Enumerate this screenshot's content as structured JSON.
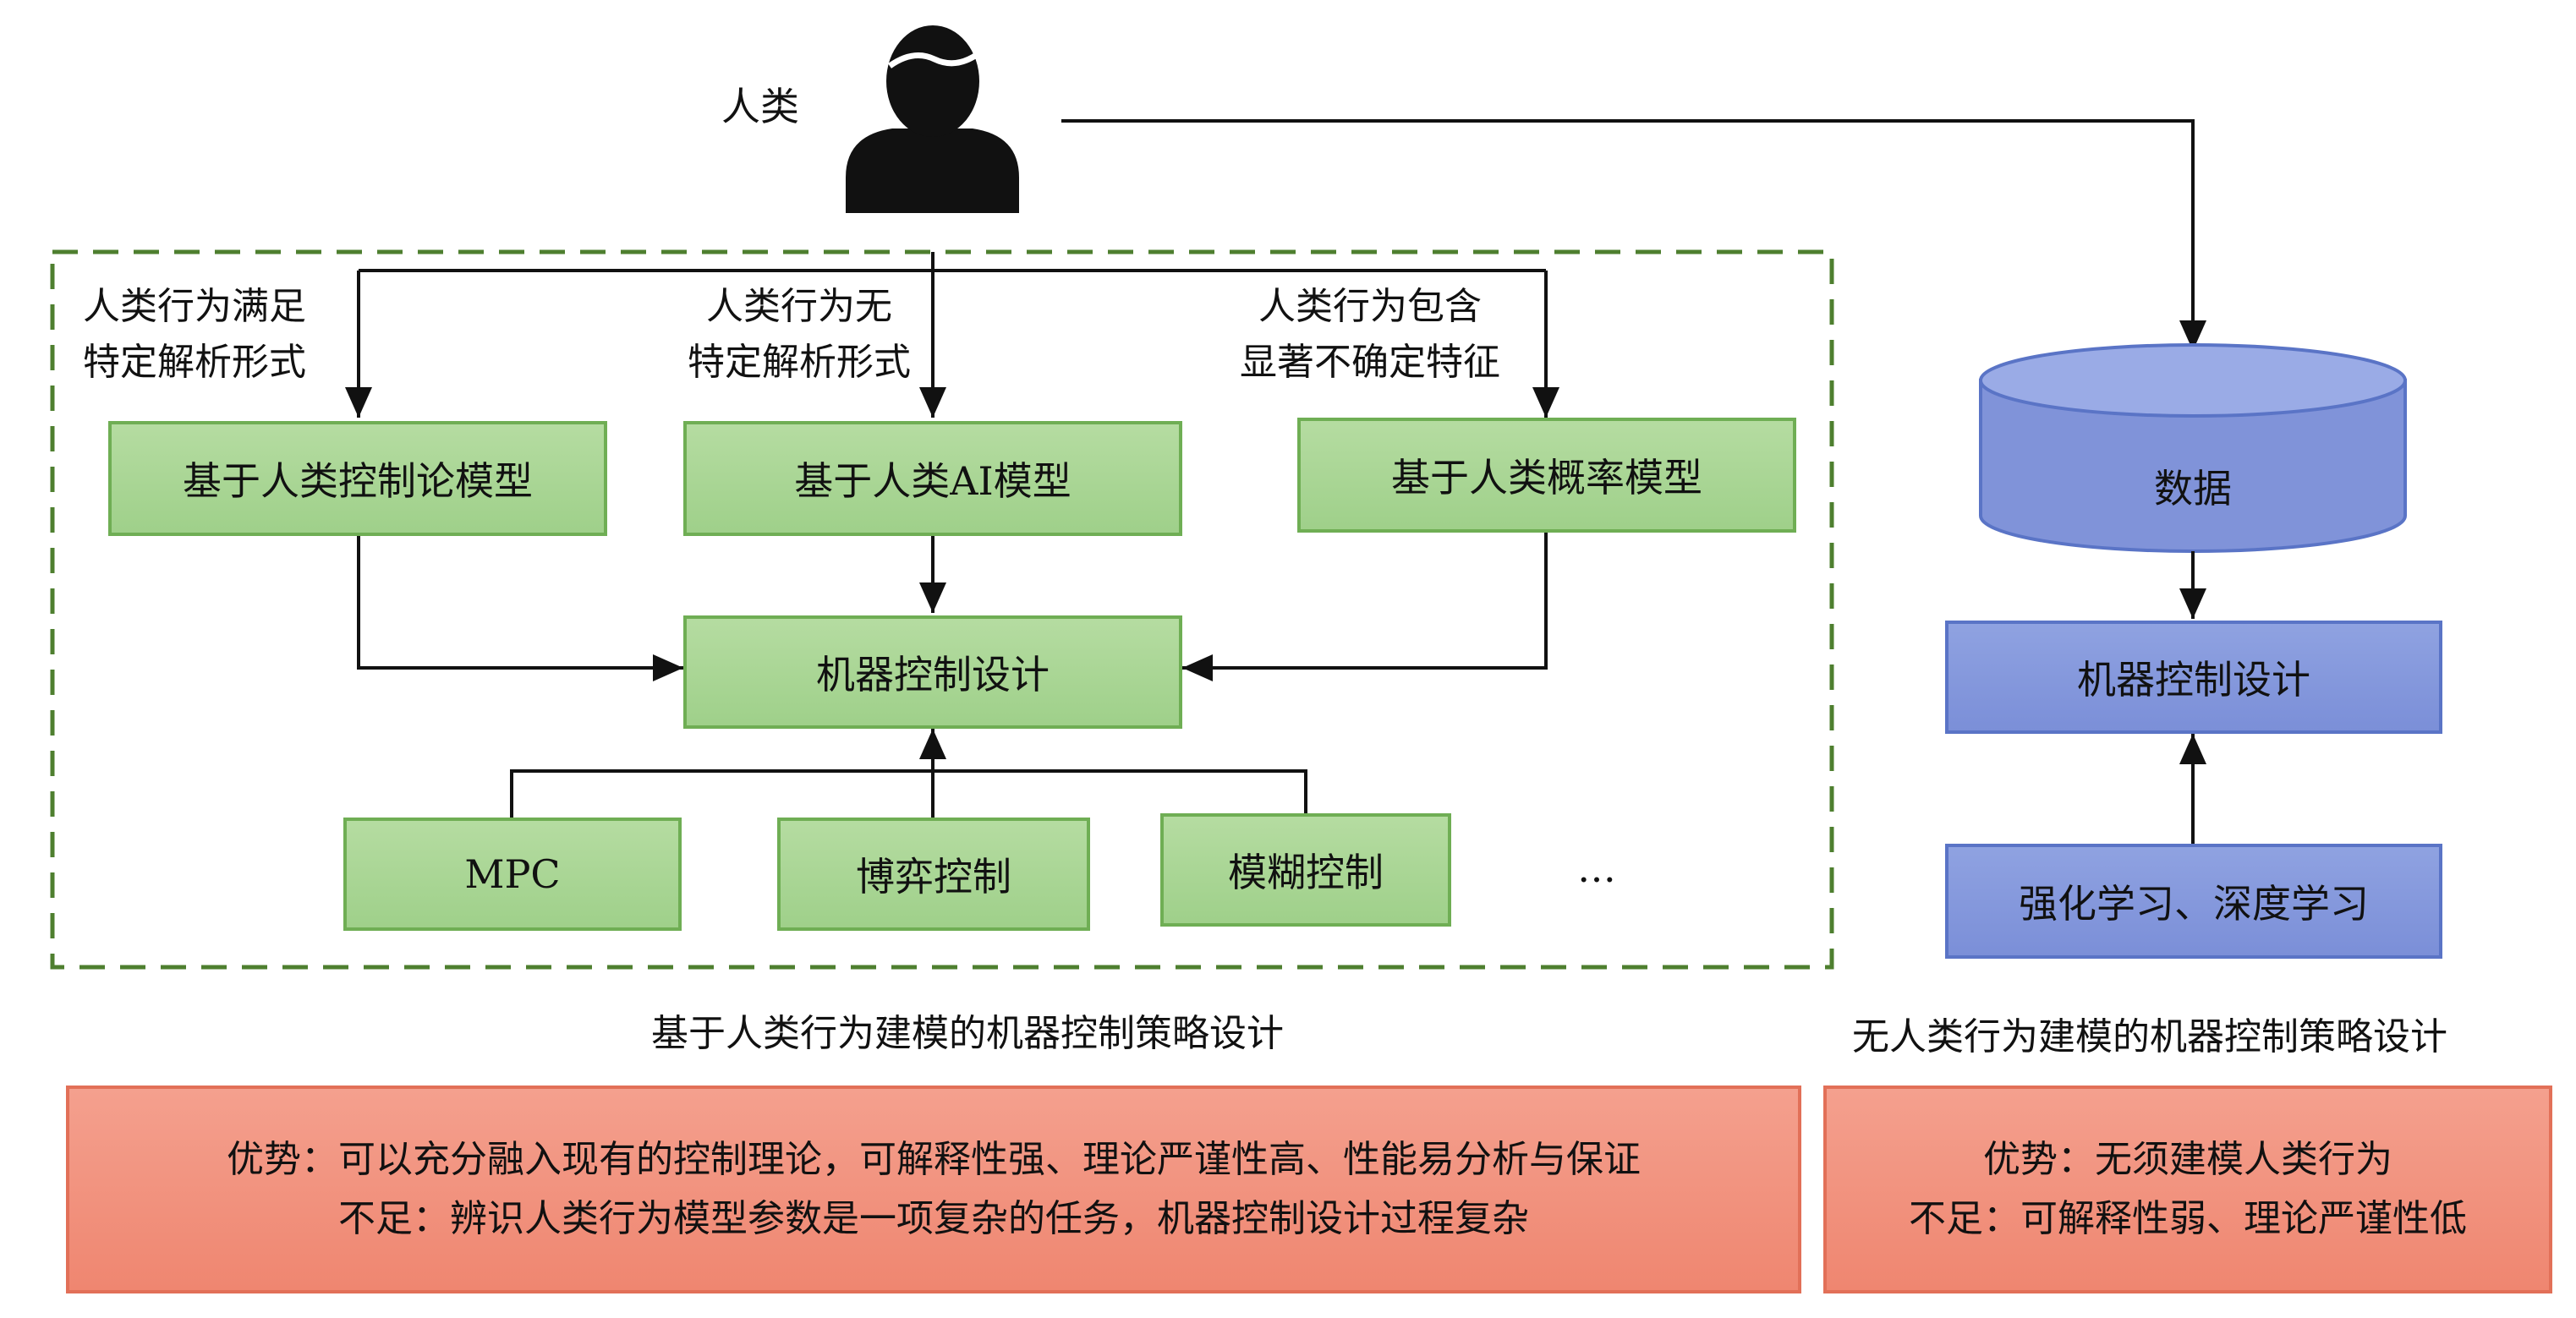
{
  "human": {
    "label": "人类"
  },
  "conditions": [
    {
      "line1": "人类行为满足",
      "line2": "特定解析形式"
    },
    {
      "line1": "人类行为无",
      "line2": "特定解析形式"
    },
    {
      "line1": "人类行为包含",
      "line2": "显著不确定特征"
    }
  ],
  "models": [
    "基于人类控制论模型",
    "基于人类AI模型",
    "基于人类概率模型"
  ],
  "machine_design_left": "机器控制设计",
  "methods": [
    "MPC",
    "博弈控制",
    "模糊控制"
  ],
  "ellipsis": "…",
  "left_caption": "基于人类行为建模的机器控制策略设计",
  "left_panel": {
    "advantage": "优势：可以充分融入现有的控制理论，可解释性强、理论严谨性高、性能易分析与保证",
    "disadvantage": "不足：辨识人类行为模型参数是一项复杂的任务，机器控制设计过程复杂"
  },
  "data_cylinder": "数据",
  "machine_design_right": "机器控制设计",
  "learning": "强化学习、深度学习",
  "right_caption": "无人类行为建模的机器控制策略设计",
  "right_panel": {
    "advantage": "优势：无须建模人类行为",
    "disadvantage": "不足：可解释性弱、理论严谨性低"
  },
  "colors": {
    "green_fill": "#a9d695",
    "green_border": "#6fae54",
    "dashed_border": "#4e7f2f",
    "blue_fill": "#8597dc",
    "blue_border": "#5a74c6",
    "panel_fill": "#f29580",
    "panel_border": "#e27058",
    "arrow": "#111111"
  },
  "icons": {
    "human": "person-icon"
  }
}
